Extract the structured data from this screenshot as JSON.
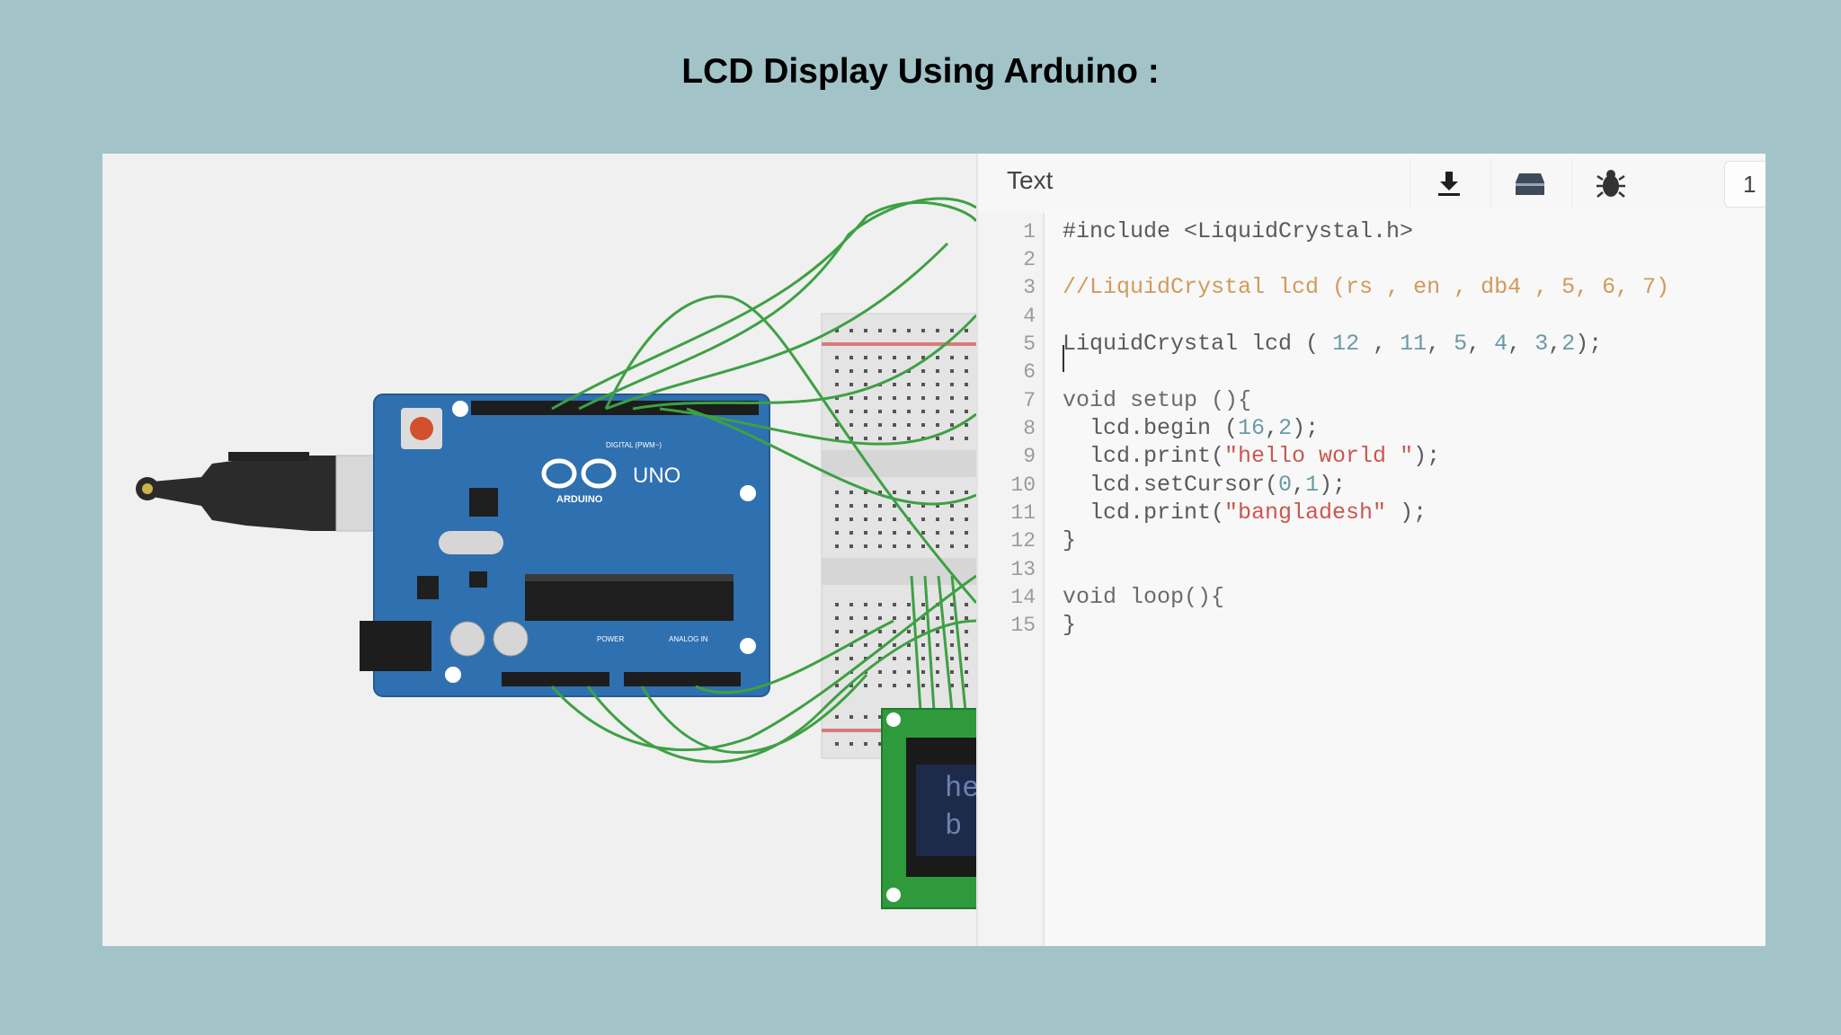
{
  "slide": {
    "title": "LCD Display Using Arduino :"
  },
  "circuit": {
    "board_name": "UNO",
    "brand": "ARDUINO",
    "header_label": "DIGITAL (PWM~)",
    "power_label": "POWER",
    "analog_label": "ANALOG IN",
    "lcd_text_line1": "he",
    "lcd_text_line2": "b",
    "colors": {
      "board": "#2f70b0",
      "wire": "#3ea043",
      "lcd_pcb": "#2f9a3c",
      "lcd_screen": "#1d2a4a",
      "breadboard": "#e2e2e2"
    }
  },
  "editor": {
    "mode_label": "Text",
    "toolbar": [
      {
        "icon": "download-icon"
      },
      {
        "icon": "upload-icon"
      },
      {
        "icon": "bug-icon"
      }
    ],
    "line_count_label": "1",
    "line_numbers": [
      "1",
      "2",
      "3",
      "4",
      "5",
      "6",
      "7",
      "8",
      "9",
      "10",
      "11",
      "12",
      "13",
      "14",
      "15"
    ],
    "code": {
      "l1": "#include <LiquidCrystal.h>",
      "l3": "//LiquidCrystal lcd (rs , en , db4 , 5, 6, 7)",
      "l5_a": "LiquidCrystal lcd ( ",
      "l5_n1": "12",
      "l5_b": " , ",
      "l5_n2": "11",
      "l5_c": ", ",
      "l5_n3": "5",
      "l5_d": ", ",
      "l5_n4": "4",
      "l5_e": ", ",
      "l5_n5": "3",
      "l5_f": ",",
      "l5_n6": "2",
      "l5_g": ");",
      "l7": "void setup (){",
      "l8_a": "  lcd.begin (",
      "l8_n1": "16",
      "l8_b": ",",
      "l8_n2": "2",
      "l8_c": ");",
      "l9_a": "  lcd.print(",
      "l9_s": "\"hello world \"",
      "l9_b": ");",
      "l10_a": "  lcd.setCursor(",
      "l10_n1": "0",
      "l10_b": ",",
      "l10_n2": "1",
      "l10_c": ");",
      "l11_a": "  lcd.print(",
      "l11_s": "\"bangladesh\"",
      "l11_b": " );",
      "l12": "}",
      "l14": "void loop(){",
      "l15": "}"
    }
  }
}
